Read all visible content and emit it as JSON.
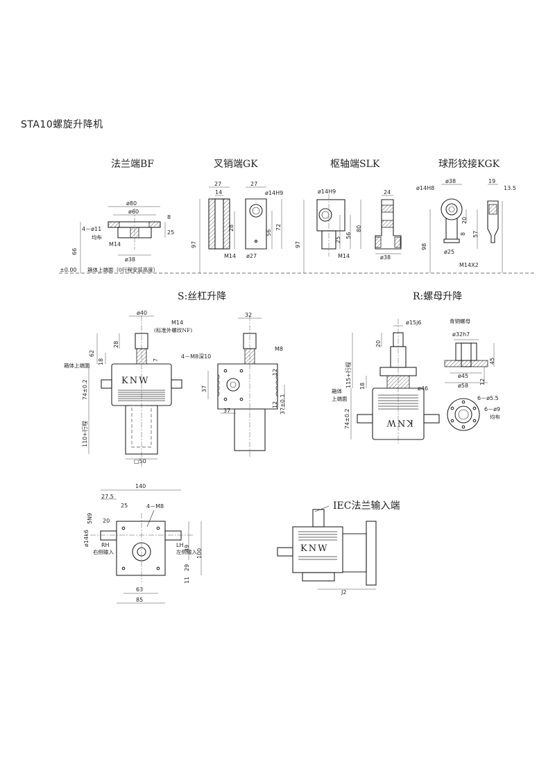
{
  "page_title": "STA10螺旋升降机",
  "ends": {
    "bf": {
      "title": "法兰端BF",
      "d80": "ø80",
      "d60": "ø60",
      "holes": "4－ø11",
      "holes_note": "均布",
      "m14": "M14",
      "d38": "ø38",
      "h8": "8",
      "h25": "25",
      "h66": "66"
    },
    "gk": {
      "title": "叉销端GK",
      "w27": "27",
      "w14": "14",
      "d14h9": "ø14H9",
      "w27b": "27",
      "h28": "28",
      "h56": "56",
      "h72": "72",
      "h97": "97",
      "m14": "M14",
      "d27": "ø27"
    },
    "slk": {
      "title": "枢轴端SLK",
      "d14h9": "ø14H9",
      "w24": "24",
      "h25": "25",
      "h56": "56",
      "h80": "80",
      "h97": "97",
      "m14": "M14",
      "d38": "ø38"
    },
    "kgk": {
      "title": "球形铰接KGK",
      "d14h8": "ø14H8",
      "d38": "ø38",
      "w19": "19",
      "w135": "13.5",
      "h20": "20",
      "h8": "8",
      "h57": "57",
      "h98": "98",
      "d25": "ø25",
      "m14x2": "M14X2"
    },
    "zero": "±0.00",
    "zero_note": "箱体上端面（0行程安装高度）"
  },
  "s_section": {
    "title": "S:丝杠升降",
    "d40": "ø40",
    "m14": "M14",
    "m14_note": "(标准外螺纹NF)",
    "h62": "62",
    "h28": "28",
    "h7": "7",
    "h18": "18",
    "top_face": "箱体上端面",
    "h74": "74±0.2",
    "stroke": "110+行程",
    "sq50": "□50",
    "w32": "32",
    "m8": "M8",
    "holes": "4－M8深10",
    "h37": "37",
    "w37": "37",
    "h12a": "12",
    "h12b": "12",
    "h37b": "37±0.1",
    "knw": "KNW"
  },
  "r_section": {
    "title": "R:螺母升降",
    "d15": "ø15j6",
    "h20": "20",
    "stroke": "115+行程",
    "h18": "18",
    "top_face_1": "箱体",
    "top_face_2": "上端面",
    "d46": "ø46",
    "h74": "74±0.2",
    "knw": "KNW",
    "nut_title": "青铜螺母",
    "d32": "ø32h7",
    "h45": "45",
    "d45": "ø45",
    "d58": "ø58",
    "h12": "12",
    "holes55": "6－ø5.5",
    "holes9": "6－ø9",
    "holes_note": "均布"
  },
  "bottom_view": {
    "w140": "140",
    "w275": "27.5",
    "w25": "25",
    "m8": "4－M8",
    "h5n9": "5N9",
    "d14k6": "ø14k6",
    "h20": "20",
    "rh": "RH",
    "rh_note": "右侧输入",
    "lh": "LH",
    "lh_note": "左侧输入",
    "h49": "49",
    "h100": "100",
    "h11": "11",
    "h29": "29",
    "w63": "63",
    "w85": "85"
  },
  "iec": {
    "title": "IEC法兰输入端",
    "knw": "KNW",
    "j2": "J2"
  }
}
